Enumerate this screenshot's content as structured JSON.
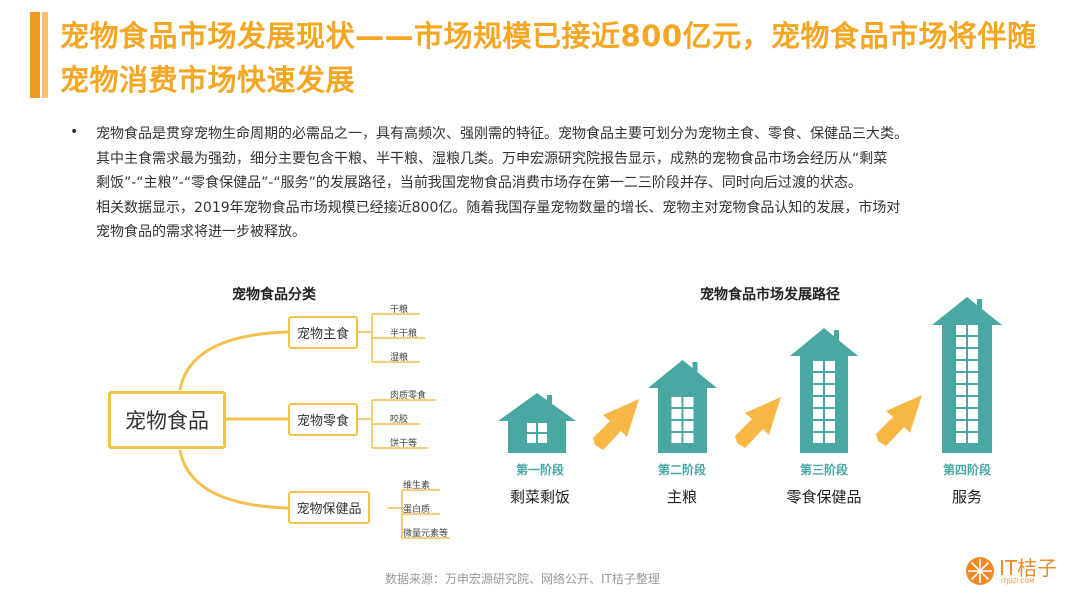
{
  "title": "宠物食品市场发展现状——市场规模已接近800亿元，宠物食品市场将伴随宠物消费市场快速发展",
  "body_lines": [
    "宠物食品是贯穿宠物生命周期的必需品之一，具有高频次、强刚需的特征。宠物食品主要可划分为宠物主食、零食、保健品三大类。",
    "其中主食需求最为强劲，细分主要包含干粮、半干粮、湿粮几类。万申宏源研究院报告显示，成熟的宠物食品市场会经历从“剩菜",
    "剩饭”-“主粮”-“零食保健品”-“服务”的发展路径，当前我国宠物食品消费市场存在第一二三阶段并存、同时向后过渡的状态。",
    "相关数据显示，2019年宠物食品市场规模已经接近800亿。随着我国存量宠物数量的增长、宠物主对宠物食品认知的发展，市场对",
    "宠物食品的需求将进一步被释放。"
  ],
  "mindmap": {
    "title": "宠物食品分类",
    "root": "宠物食品",
    "branches": [
      {
        "label": "宠物主食",
        "leaves": [
          "干粮",
          "半干粮",
          "湿粮"
        ]
      },
      {
        "label": "宠物零食",
        "leaves": [
          "肉质零食",
          "咬胶",
          "饼干等"
        ]
      },
      {
        "label": "宠物保健品",
        "leaves": [
          "维生素",
          "蛋白质",
          "微量元素等"
        ]
      }
    ]
  },
  "path": {
    "title": "宠物食品市场发展路径",
    "stages": [
      {
        "stage": "第一阶段",
        "name": "剩菜剩饭"
      },
      {
        "stage": "第二阶段",
        "name": "主粮"
      },
      {
        "stage": "第三阶段",
        "name": "零食保健品"
      },
      {
        "stage": "第四阶段",
        "name": "服务"
      }
    ]
  },
  "source": "数据来源：万申宏源研究院、网络公开、IT桔子整理",
  "logo": {
    "name": "IT桔子",
    "url": "ITJUZI.COM"
  },
  "colors": {
    "accent": "#f5a623",
    "teal": "#4aa8a3",
    "mind": "#f2c14e",
    "arrow": "#f7b744"
  }
}
